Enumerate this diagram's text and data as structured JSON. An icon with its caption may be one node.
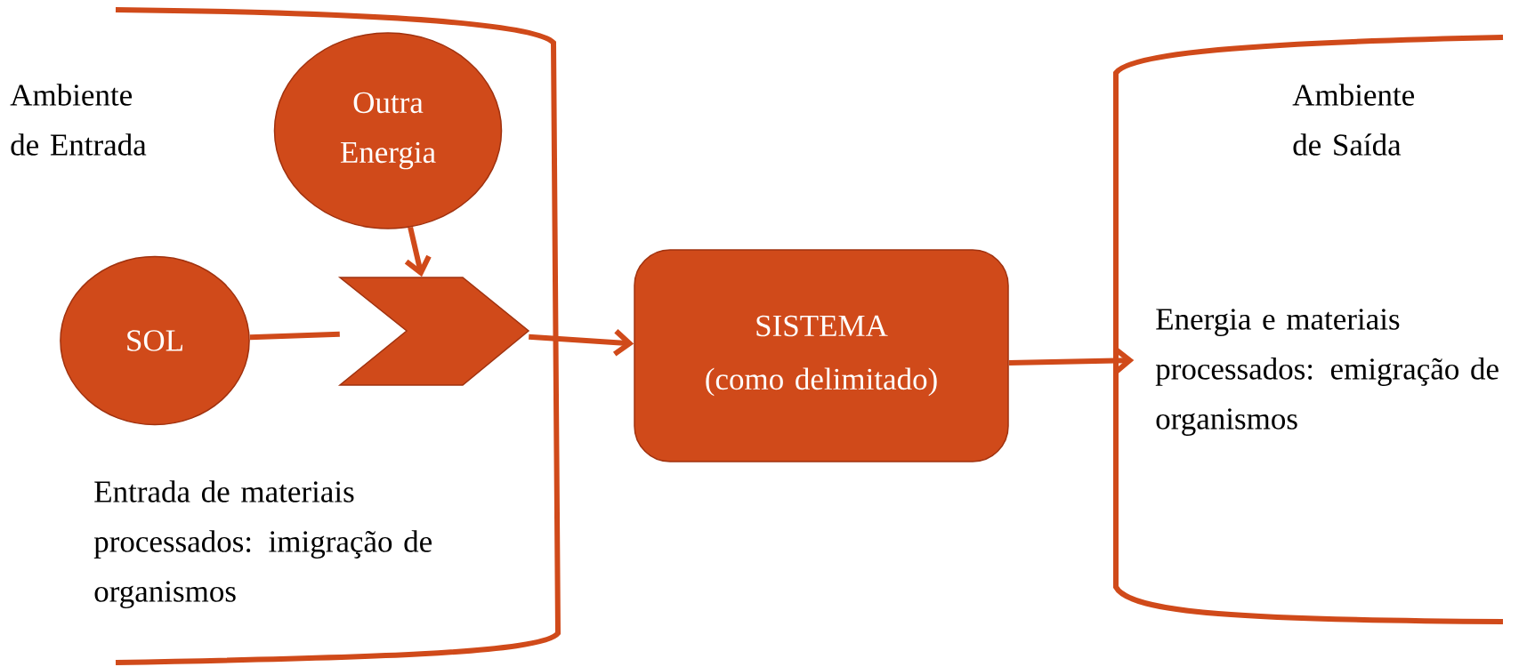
{
  "diagram": {
    "nodes": [
      {
        "text": [
          "Ambiente de Entrada",
          "Entrada de materiais processados: imigração de organismos"
        ]
      },
      {
        "text": [
          "Outra Energia"
        ],
        "in": 0
      },
      {
        "text": [
          "SOL"
        ],
        "in": 0
      },
      {
        "text": [],
        "shape": "chevron",
        "in": 0
      },
      {
        "text": [
          "SISTEMA",
          "(como delimitado)"
        ]
      },
      {
        "text": [
          "Ambiente de Saída",
          "Energia e materiais processados: emigração de organismos"
        ]
      }
    ],
    "edges": [
      {
        "from": 1,
        "to": 3,
        "arrow": "to"
      },
      {
        "from": 2,
        "to": 3,
        "arrow": "none"
      },
      {
        "from": 3,
        "to": 4,
        "arrow": "to"
      },
      {
        "from": 4,
        "to": 5,
        "arrow": "to"
      }
    ]
  }
}
